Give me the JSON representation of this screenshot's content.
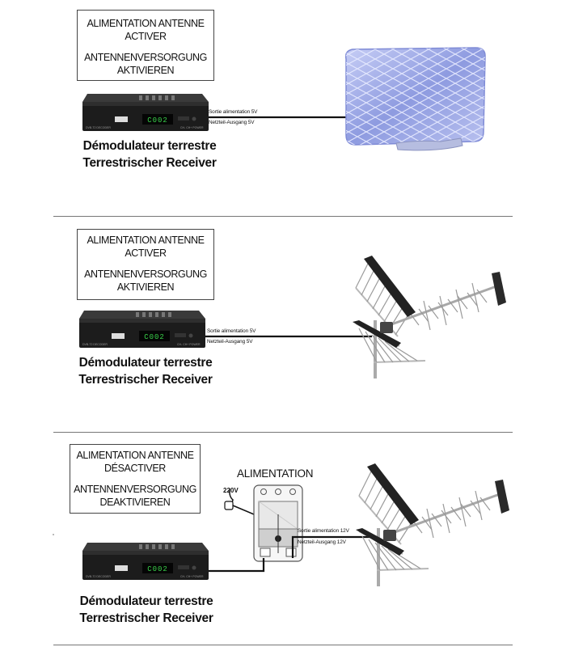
{
  "panels": [
    {
      "box": {
        "fr_line1": "ALIMENTATION ANTENNE",
        "fr_line2": "ACTIVER",
        "de_line1": "ANTENNENVERSORGUNG",
        "de_line2": "AKTIVIEREN"
      },
      "cable_fr": "Sortie alimentation 5V",
      "cable_de": "Netzteil-Ausgang 5V",
      "caption_fr": "Démodulateur terrestre",
      "caption_de": "Terrestrischer Receiver",
      "receiver_display": "C002",
      "antenna": "indoor-flat-antenna"
    },
    {
      "box": {
        "fr_line1": "ALIMENTATION ANTENNE",
        "fr_line2": "ACTIVER",
        "de_line1": "ANTENNENVERSORGUNG",
        "de_line2": "AKTIVIEREN"
      },
      "cable_fr": "Sortie alimentation  5V",
      "cable_de": "Netzteil-Ausgang 5V",
      "caption_fr": "Démodulateur terrestre",
      "caption_de": "Terrestrischer Receiver",
      "receiver_display": "C002",
      "antenna": "outdoor-yagi-antenna"
    },
    {
      "box": {
        "fr_line1": "ALIMENTATION ANTENNE",
        "fr_line2": "DÉSACTIVER",
        "de_line1": "ANTENNENVERSORGUNG",
        "de_line2": "DEAKTIVIEREN"
      },
      "power_supply_title": "ALIMENTATION",
      "power_supply_input": "220V",
      "cable_fr": "Sortie alimentation  12V",
      "cable_de": "Netzteil-Ausgang 12V",
      "caption_fr": "Démodulateur terrestre",
      "caption_de": "Terrestrischer Receiver",
      "receiver_display": "C002",
      "antenna": "outdoor-yagi-antenna"
    }
  ],
  "colors": {
    "receiver_body": "#1c1c1c",
    "display_digits": "#39d14a",
    "antenna_panel": "#9aa6e6",
    "separator": "#777777",
    "cable": "#111111"
  }
}
